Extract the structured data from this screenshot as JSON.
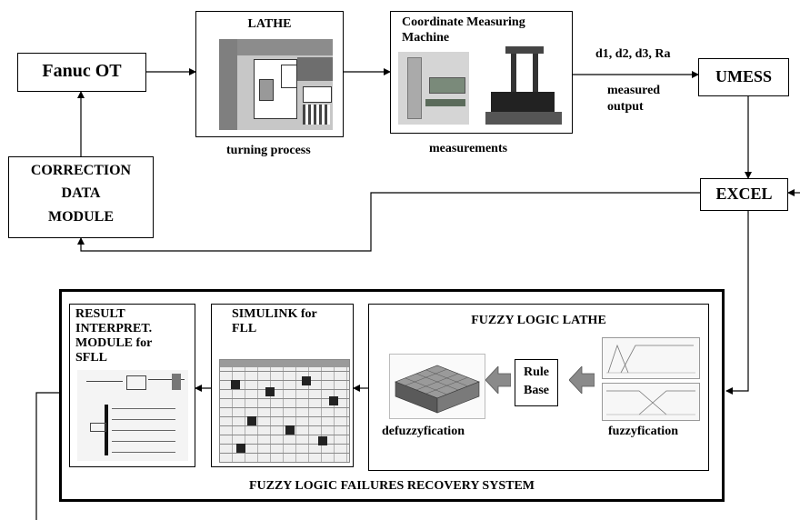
{
  "nodes": {
    "fanuc": "Fanuc OT",
    "lathe_title": "LATHE",
    "lathe_caption": "turning process",
    "cmm_title_1": "Coordinate Measuring",
    "cmm_title_2": "Machine",
    "cmm_caption": "measurements",
    "outputs_label": "d1, d2, d3, Ra",
    "measured_1": "measured",
    "measured_2": "output",
    "umess": "UMESS",
    "excel": "EXCEL",
    "correction_1": "CORRECTION",
    "correction_2": "DATA",
    "correction_3": "MODULE"
  },
  "recovery_system": {
    "label": "FUZZY LOGIC FAILURES RECOVERY SYSTEM",
    "result_1": "RESULT",
    "result_2": "INTERPRET.",
    "result_3": "MODULE for",
    "result_4": "SFLL",
    "simulink_1": "SIMULINK for",
    "simulink_2": "FLL",
    "fuzzy_title": "FUZZY LOGIC LATHE",
    "rule_1": "Rule",
    "rule_2": "Base",
    "defuzz": "defuzzyfication",
    "fuzz": "fuzzyfication"
  }
}
